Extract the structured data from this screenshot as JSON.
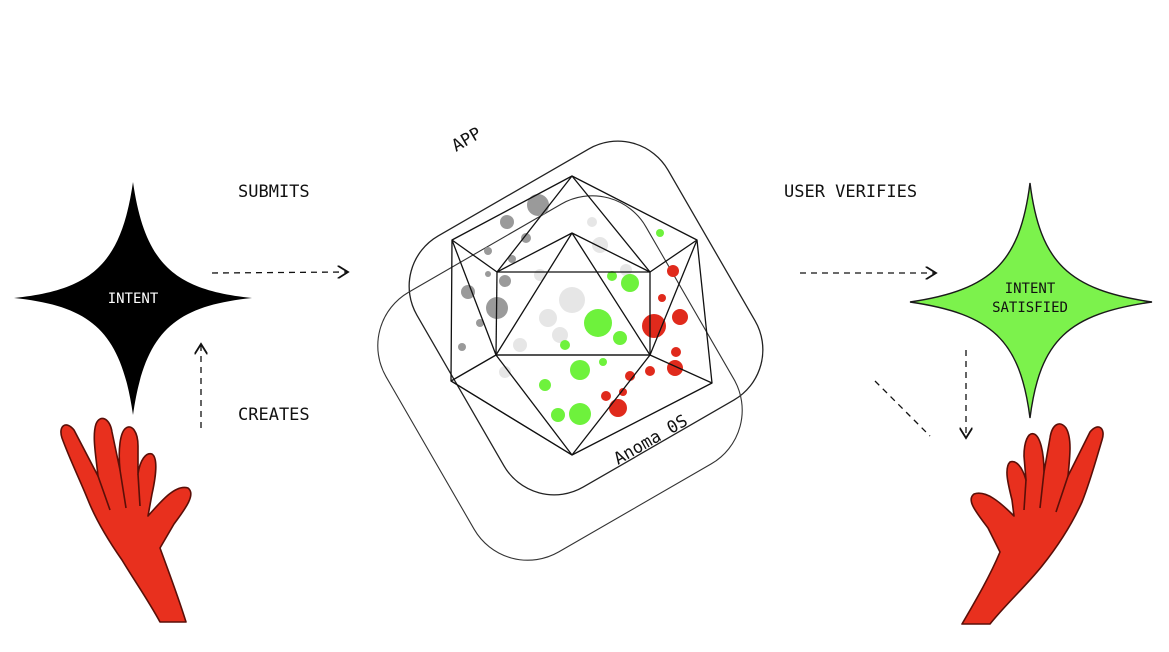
{
  "labels": {
    "intent": "INTENT",
    "submits": "SUBMITS",
    "creates": "CREATES",
    "app": "APP",
    "anoma_os": "Anoma 0S",
    "user_verifies": "USER VERIFIES",
    "intent_satisfied_line1": "INTENT",
    "intent_satisfied_line2": "SATISFIED"
  },
  "icons": {
    "left_star": "four-point-star-icon",
    "right_star": "four-point-star-icon",
    "left_hand": "hand-icon",
    "right_hand": "hand-icon"
  },
  "colors": {
    "intent_star": "#000000",
    "satisfied_star": "#7cf24c",
    "hand": "#e8301e",
    "dot_gray": "#9a9a9a",
    "dot_light": "#e6e6e6",
    "dot_green": "#6ef23c",
    "dot_red": "#e02a1c",
    "line": "#111111"
  }
}
